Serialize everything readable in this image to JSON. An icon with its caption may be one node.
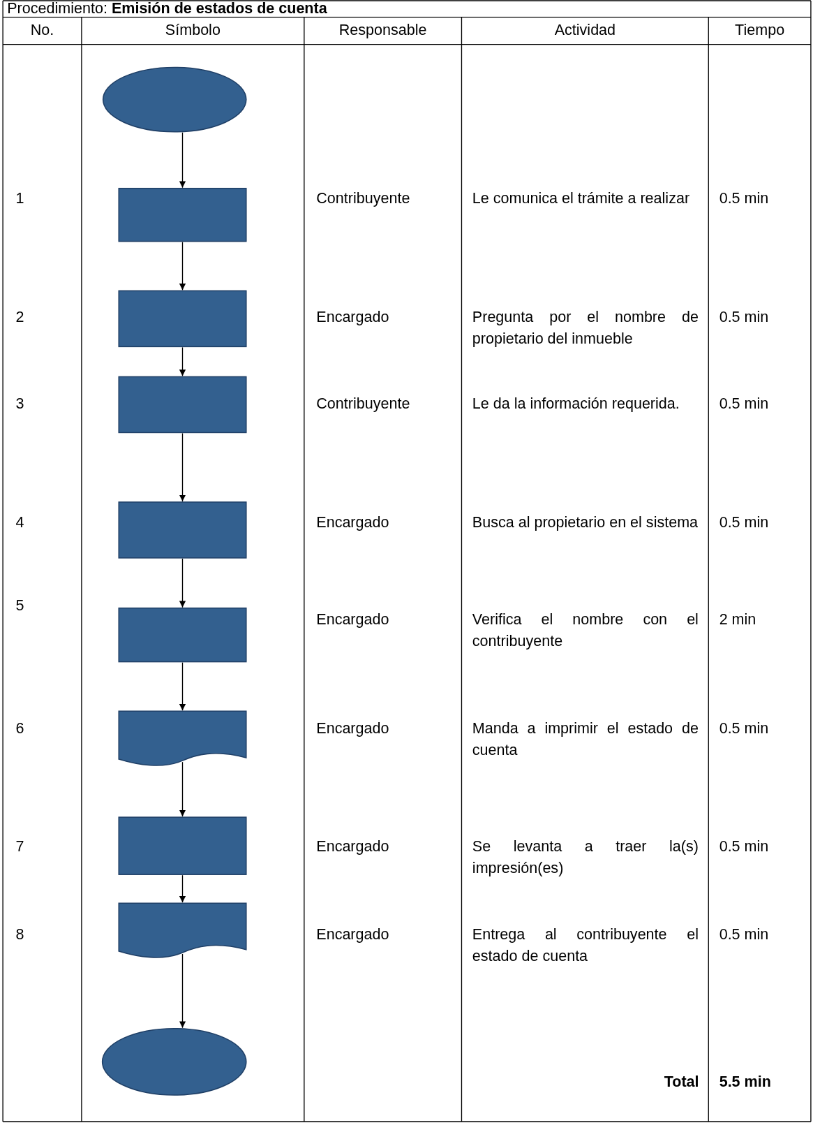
{
  "diagram": {
    "title": "Procedimiento: **Emisión de estados de cuenta**",
    "nodes": [
      {
        "text": [],
        "shape": "ellipse"
      },
      {
        "text": [],
        "shape": "box"
      },
      {
        "text": [],
        "shape": "box"
      },
      {
        "text": [],
        "shape": "box"
      },
      {
        "text": [],
        "shape": "box"
      },
      {
        "text": [],
        "shape": "box"
      },
      {
        "text": [],
        "shape": "document"
      },
      {
        "text": [],
        "shape": "box"
      },
      {
        "text": [],
        "shape": "document"
      },
      {
        "text": [],
        "shape": "ellipse"
      }
    ],
    "edges": [
      {
        "from": 0,
        "to": 1,
        "arrow": "to"
      },
      {
        "from": 1,
        "to": 2,
        "arrow": "to"
      },
      {
        "from": 2,
        "to": 3,
        "arrow": "to"
      },
      {
        "from": 3,
        "to": 4,
        "arrow": "to"
      },
      {
        "from": 4,
        "to": 5,
        "arrow": "to"
      },
      {
        "from": 5,
        "to": 6,
        "arrow": "to"
      },
      {
        "from": 6,
        "to": 7,
        "arrow": "to"
      },
      {
        "from": 7,
        "to": 8,
        "arrow": "to"
      },
      {
        "from": 8,
        "to": 9,
        "arrow": "to"
      }
    ],
    "labels": [
      "No.",
      "Símbolo",
      "Responsable",
      "Actividad",
      "Tiempo",
      "1",
      "Contribuyente",
      "Le comunica el trámite a realizar",
      "0.5 min",
      "2",
      "Encargado",
      "Pregunta por el nombre de propietario del inmueble",
      "0.5 min",
      "3",
      "Contribuyente",
      "Le da la información requerida.",
      "0.5 min",
      "4",
      "Encargado",
      "Busca al propietario en el sistema",
      "0.5 min",
      "5",
      "Encargado",
      "Verifica el nombre con el contribuyente",
      "2 min",
      "6",
      "Encargado",
      "Manda a imprimir el estado de cuenta",
      "0.5 min",
      "7",
      "Encargado",
      "Se levanta a traer la(s) impresión(es)",
      "0.5 min",
      "8",
      "Encargado",
      "Entrega al contribuyente el estado de cuenta",
      "0.5 min",
      "Total",
      "5.5 min"
    ]
  }
}
